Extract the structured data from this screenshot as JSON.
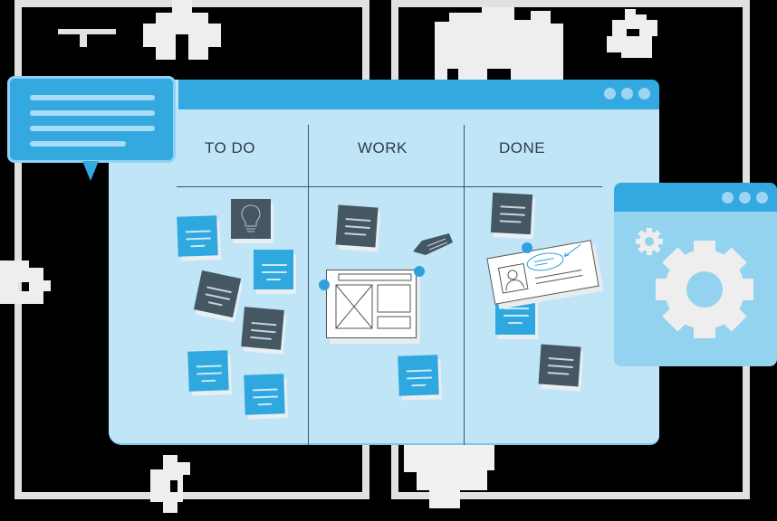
{
  "illustration": {
    "theme": "kanban-board",
    "colors": {
      "background": "#000000",
      "outline_gray": "#e1e1e1",
      "window_body": "#c0e5f6",
      "title_bar": "#33a9e0",
      "sticky_blue": "#2fa8e0",
      "sticky_dark": "#445763",
      "settings_body": "#93d3f0",
      "gear_gray": "#eeeeee"
    }
  },
  "board": {
    "columns": [
      {
        "label": "TO DO"
      },
      {
        "label": "WORK"
      },
      {
        "label": "DONE"
      }
    ],
    "window_controls": [
      "dot",
      "dot",
      "dot"
    ]
  },
  "chat_bubble": {
    "icon": "speech-bubble-icon",
    "lines": 4
  },
  "settings_window": {
    "icon": "gear-icon",
    "window_controls": [
      "dot",
      "dot",
      "dot"
    ]
  },
  "cards": {
    "todo": [
      "lightbulb-note",
      "note",
      "note",
      "note",
      "note",
      "note",
      "note"
    ],
    "work": [
      "note",
      "pencil",
      "wireframe-card",
      "note"
    ],
    "done": [
      "note",
      "id-card",
      "note",
      "note"
    ]
  }
}
